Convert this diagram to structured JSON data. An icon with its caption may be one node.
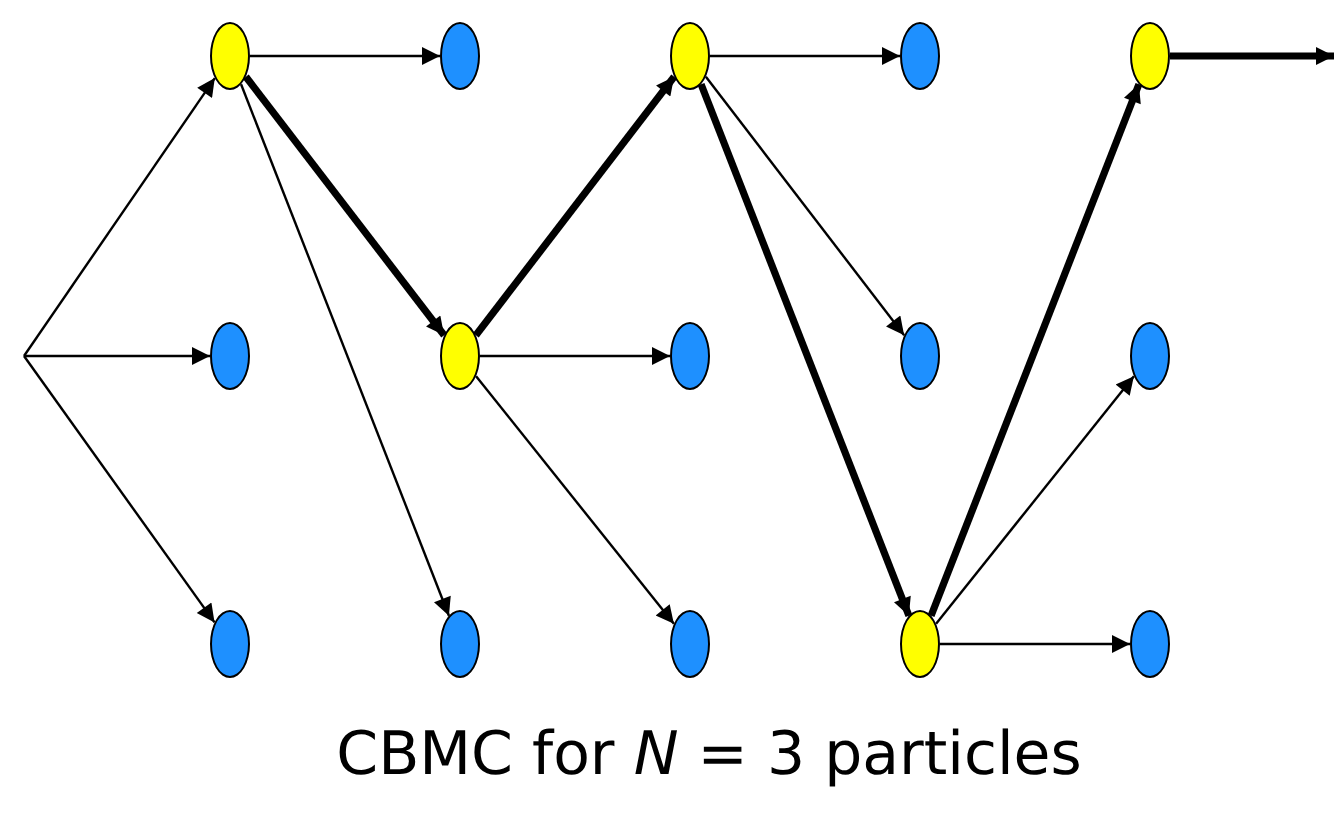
{
  "diagram": {
    "caption": "CBMC for *N* = 3 particles",
    "nodes": [
      {
        "text": [],
        "shape": "circle"
      },
      {
        "text": [],
        "shape": "circle"
      },
      {
        "text": [],
        "shape": "circle"
      },
      {
        "text": [],
        "shape": "circle"
      },
      {
        "text": [],
        "shape": "circle"
      },
      {
        "text": [],
        "shape": "circle"
      },
      {
        "text": [],
        "shape": "circle"
      },
      {
        "text": [],
        "shape": "circle"
      },
      {
        "text": [],
        "shape": "circle"
      },
      {
        "text": [],
        "shape": "circle"
      },
      {
        "text": [],
        "shape": "circle"
      },
      {
        "text": [],
        "shape": "circle"
      },
      {
        "text": [],
        "shape": "circle"
      },
      {
        "text": [],
        "shape": "circle"
      },
      {
        "text": [],
        "shape": "circle"
      }
    ],
    "edges": [
      {
        "from": null,
        "to": 0,
        "arrow": "to"
      },
      {
        "from": null,
        "to": 1,
        "arrow": "to"
      },
      {
        "from": null,
        "to": 2,
        "arrow": "to"
      },
      {
        "from": 0,
        "to": 3,
        "arrow": "to"
      },
      {
        "from": 0,
        "to": 4,
        "arrow": "to",
        "style": "thick"
      },
      {
        "from": 0,
        "to": 5,
        "arrow": "to"
      },
      {
        "from": 4,
        "to": 6,
        "arrow": "to",
        "style": "thick"
      },
      {
        "from": 4,
        "to": 7,
        "arrow": "to"
      },
      {
        "from": 4,
        "to": 8,
        "arrow": "to"
      },
      {
        "from": 6,
        "to": 9,
        "arrow": "to"
      },
      {
        "from": 6,
        "to": 10,
        "arrow": "to"
      },
      {
        "from": 6,
        "to": 11,
        "arrow": "to",
        "style": "thick"
      },
      {
        "from": 11,
        "to": 12,
        "arrow": "to",
        "style": "thick"
      },
      {
        "from": 11,
        "to": 13,
        "arrow": "to"
      },
      {
        "from": 11,
        "to": 14,
        "arrow": "to"
      },
      {
        "from": 12,
        "to": null,
        "arrow": "to",
        "style": "thick"
      }
    ]
  }
}
